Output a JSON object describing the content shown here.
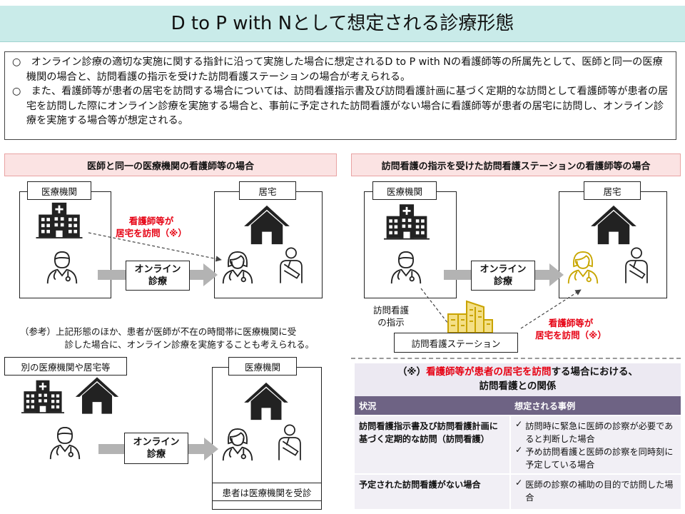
{
  "title": "D to P with Nとして想定される診療形態",
  "intro": {
    "p1": "○　オンライン診療の適切な実施に関する指針に沿って実施した場合に想定されるD to P with Nの看護師等の所属先として、医師と同一の医療機関の場合と、訪問看護の指示を受けた訪問看護ステーションの場合が考えられる。",
    "p2": "○　また、看護師等が患者の居宅を訪問する場合については、訪問看護指示書及び訪問看護計画に基づく定期的な訪問として看護師等が患者の居宅を訪問した際にオンライン診療を実施する場合と、事前に予定された訪問看護がない場合に看護師等が患者の居宅に訪問し、オンライン診療を実施する場合等が想定される。"
  },
  "left_panel": {
    "banner": "医師と同一の医療機関の看護師等の場合",
    "clinic_label": "医療機関",
    "home_label": "居宅",
    "red_note_line1": "看護師等が",
    "red_note_line2": "居宅を訪問（※）",
    "online_line1": "オンライン",
    "online_line2": "診療"
  },
  "reference": {
    "line1": "（参考）上記形態のほか、患者が医師が不在の時間帯に医療機関に受",
    "line2": "診した場合に、オンライン診療を実施することも考えられる。",
    "left_label": "別の医療機関や居宅等",
    "right_label": "医療機関",
    "online_line1": "オンライン",
    "online_line2": "診療",
    "caption": "患者は医療機関を受診"
  },
  "right_panel": {
    "banner": "訪問看護の指示を受けた訪問看護ステーションの看護師等の場合",
    "clinic_label": "医療機関",
    "home_label": "居宅",
    "online_line1": "オンライン",
    "online_line2": "診療",
    "instruction_line1": "訪問看護",
    "instruction_line2": "の指示",
    "station_label": "訪問看護ステーション",
    "red_note_line1": "看護師等が",
    "red_note_line2": "居宅を訪問（※）"
  },
  "relation": {
    "heading_prefix": "（※）",
    "heading_red": "看護師等が患者の居宅を訪問",
    "heading_suffix": "する場合における、",
    "heading_line2": "訪問看護との関係",
    "col_status": "状況",
    "col_cases": "想定される事例",
    "rows": [
      {
        "status": "訪問看護指示書及び訪問看護計画に基づく定期的な訪問（訪問看護）",
        "cases": [
          "訪問時に緊急に医師の診察が必要であると判断した場合",
          "予め訪問看護と医師の診察を同時刻に予定している場合"
        ]
      },
      {
        "status": "予定された訪問看護がない場合",
        "cases": [
          "医師の診察の補助の目的で訪問した場合"
        ]
      }
    ],
    "check_mark": "✓"
  },
  "colors": {
    "title_bg": "#c9ebe9",
    "banner_bg": "#fbe3e3",
    "accent_red": "#e60012",
    "nurse_gold": "#c8a600",
    "table_header": "#6e6384",
    "table_cell": "#f1eff5"
  },
  "icons": [
    "hospital-icon",
    "house-icon",
    "doctor-icon",
    "nurse-icon",
    "patient-icon",
    "station-icon",
    "arrow-icon"
  ]
}
